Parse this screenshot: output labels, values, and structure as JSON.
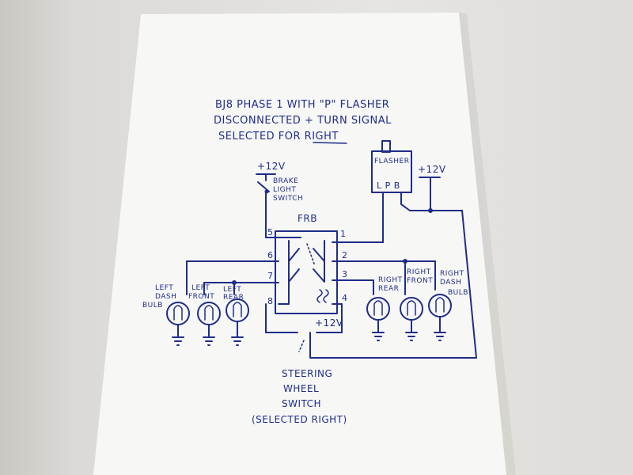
{
  "title": {
    "line1": "BJ8 PHASE 1 WITH \"P\" FLASHER",
    "line2": "DISCONNECTED + TURN SIGNAL",
    "line3_prefix": "SELECTED FOR ",
    "line3_emph": "RIGHT"
  },
  "flasher": {
    "label": "FLASHER",
    "pins": "L P B"
  },
  "supply_right": "+12V",
  "supply_brake": "+12V",
  "brake_switch": {
    "line1": "BRAKE",
    "line2": "LIGHT",
    "line3": "SWITCH"
  },
  "relay": {
    "label": "FRB",
    "pins": {
      "p1": "1",
      "p2": "2",
      "p3": "3",
      "p4": "4",
      "p5": "5",
      "p6": "6",
      "p7": "7",
      "p8": "8"
    }
  },
  "switch_supply": "+12V",
  "bulbs": {
    "left_dash": {
      "line1": "LEFT",
      "line2": "DASH",
      "line3": "BULB"
    },
    "left_front": {
      "line1": "LEFT",
      "line2": "FRONT"
    },
    "left_rear": {
      "line1": "LEFT",
      "line2": "REAR"
    },
    "right_rear": {
      "line1": "RIGHT",
      "line2": "REAR"
    },
    "right_front": {
      "line1": "RIGHT",
      "line2": "FRONT"
    },
    "right_dash": {
      "line1": "RIGHT",
      "line2": "DASH",
      "line3": "BULB"
    }
  },
  "steering_switch": {
    "line1": "STEERING",
    "line2": "WHEEL",
    "line3": "SWITCH",
    "note": "(SELECTED RIGHT)"
  },
  "colors": {
    "ink": "#1f2d8a",
    "paper": "#f7f7f5",
    "background": "#dcdad6"
  }
}
